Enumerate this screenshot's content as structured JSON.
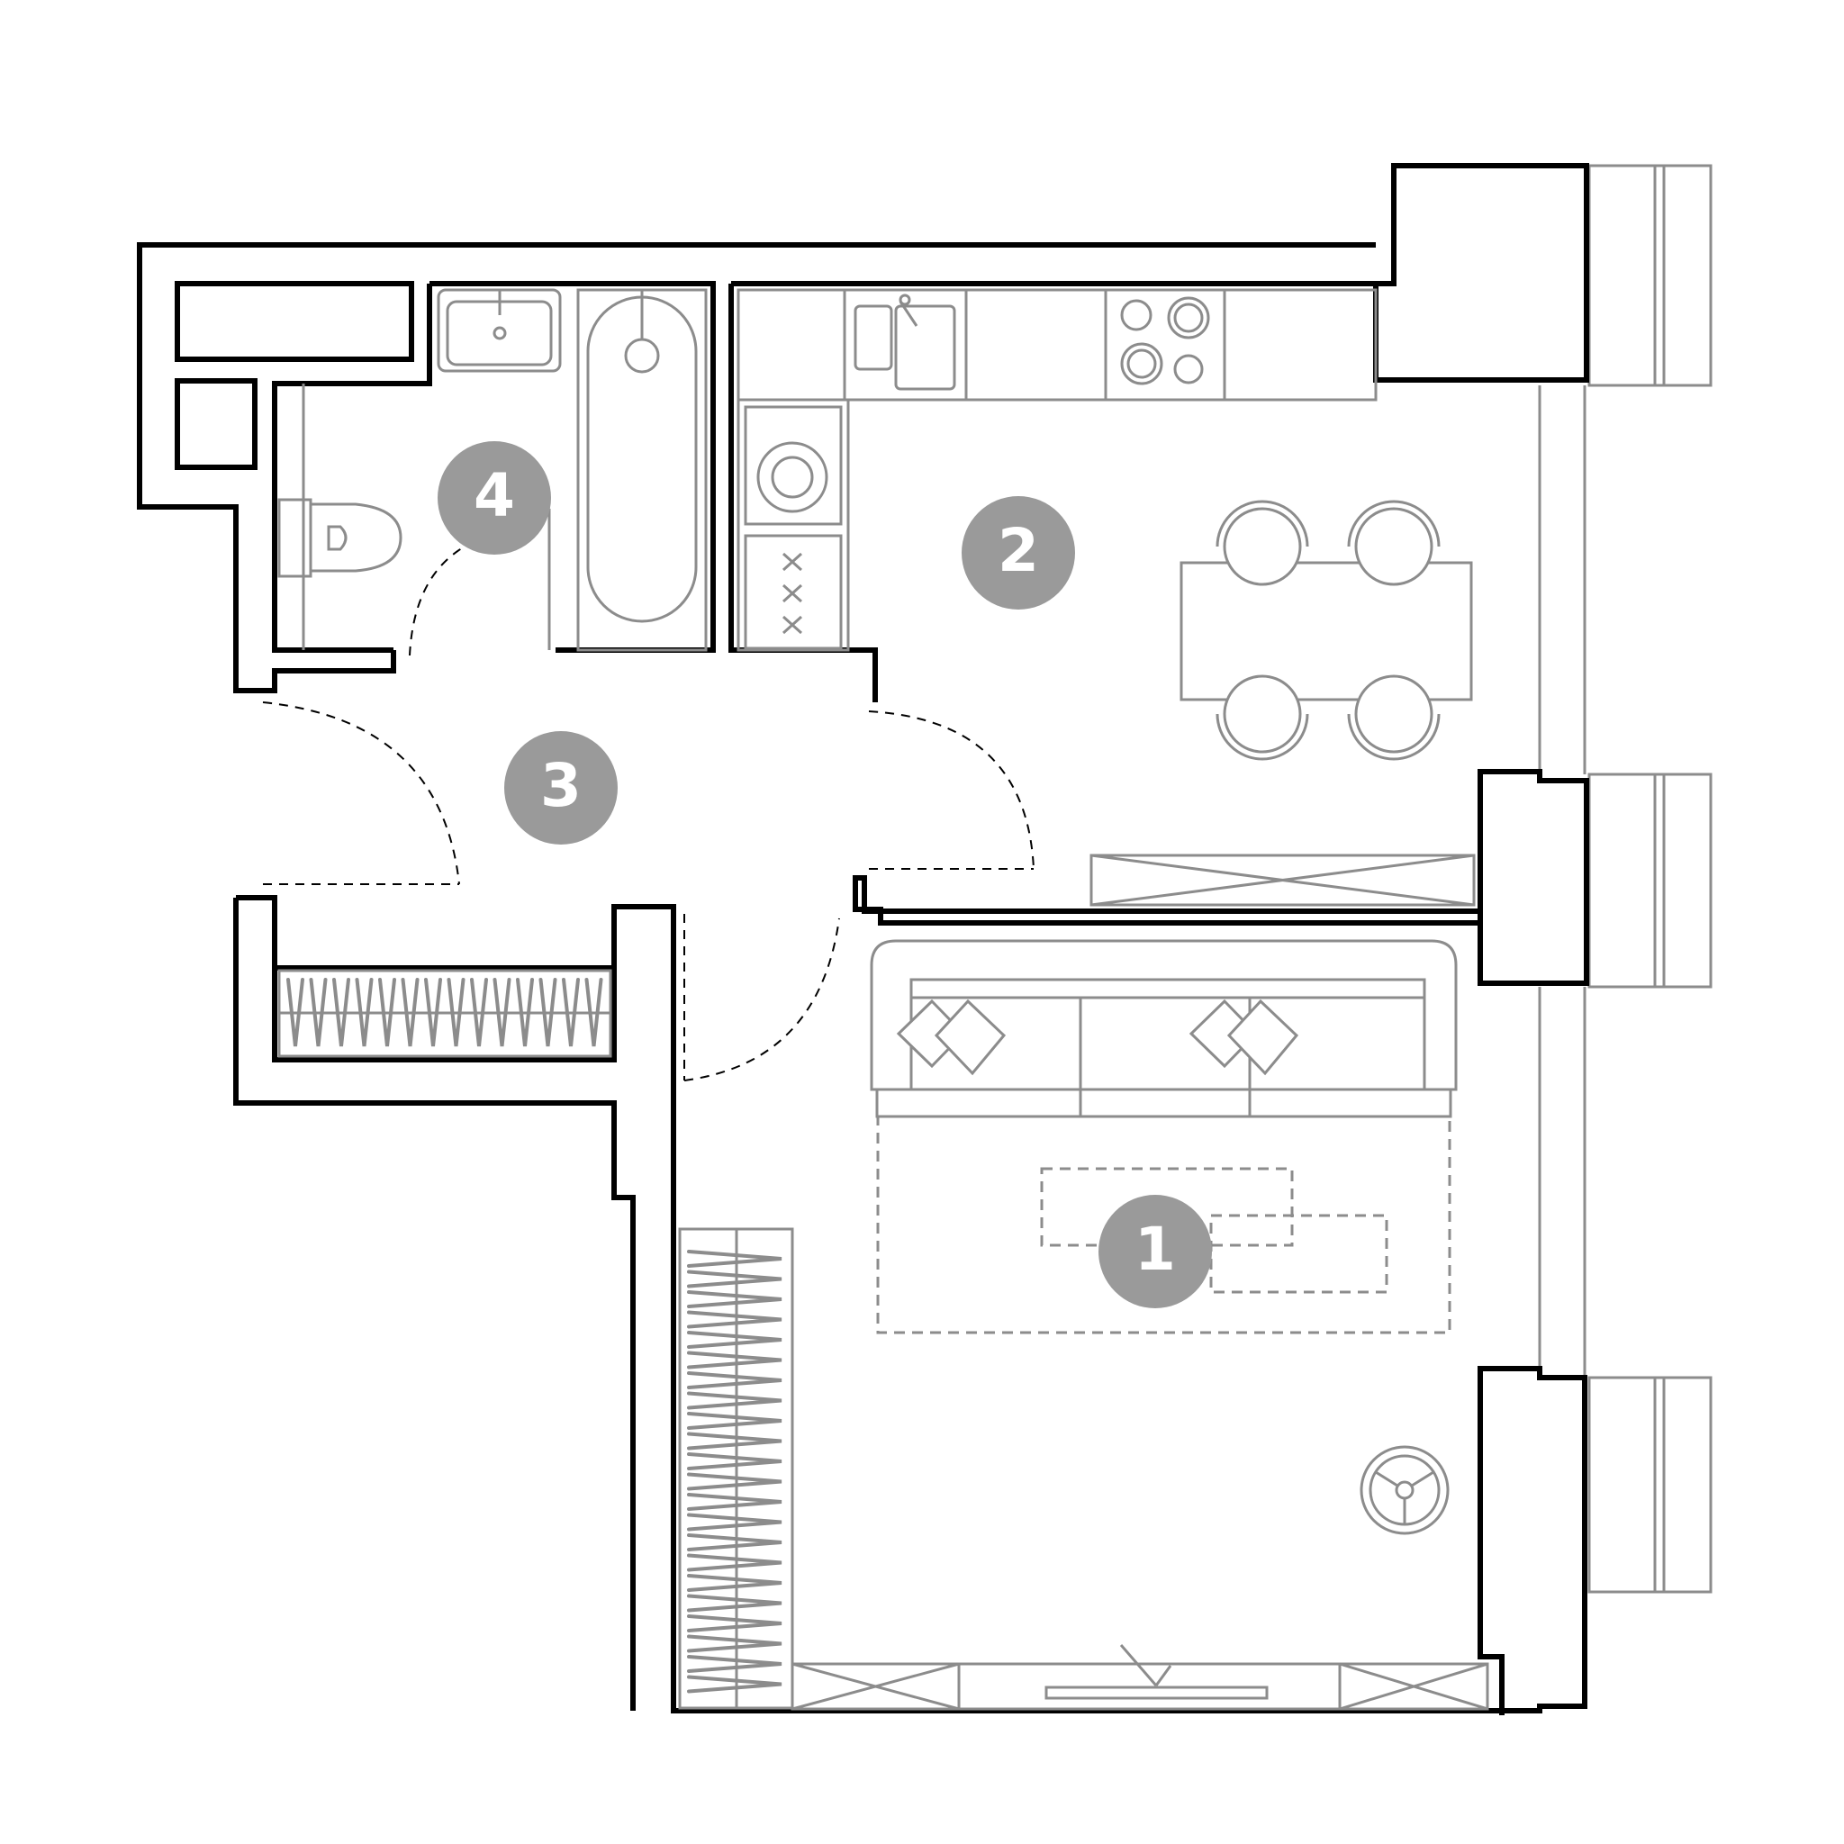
{
  "rooms": [
    {
      "id": "room-1",
      "number": "1"
    },
    {
      "id": "room-2",
      "number": "2"
    },
    {
      "id": "room-3",
      "number": "3"
    },
    {
      "id": "room-4",
      "number": "4"
    }
  ],
  "colors": {
    "wall": "#000000",
    "furniture": "#8c8c8c",
    "badge": "#9a9a9a",
    "badge_text": "#ffffff",
    "background": "#ffffff"
  }
}
